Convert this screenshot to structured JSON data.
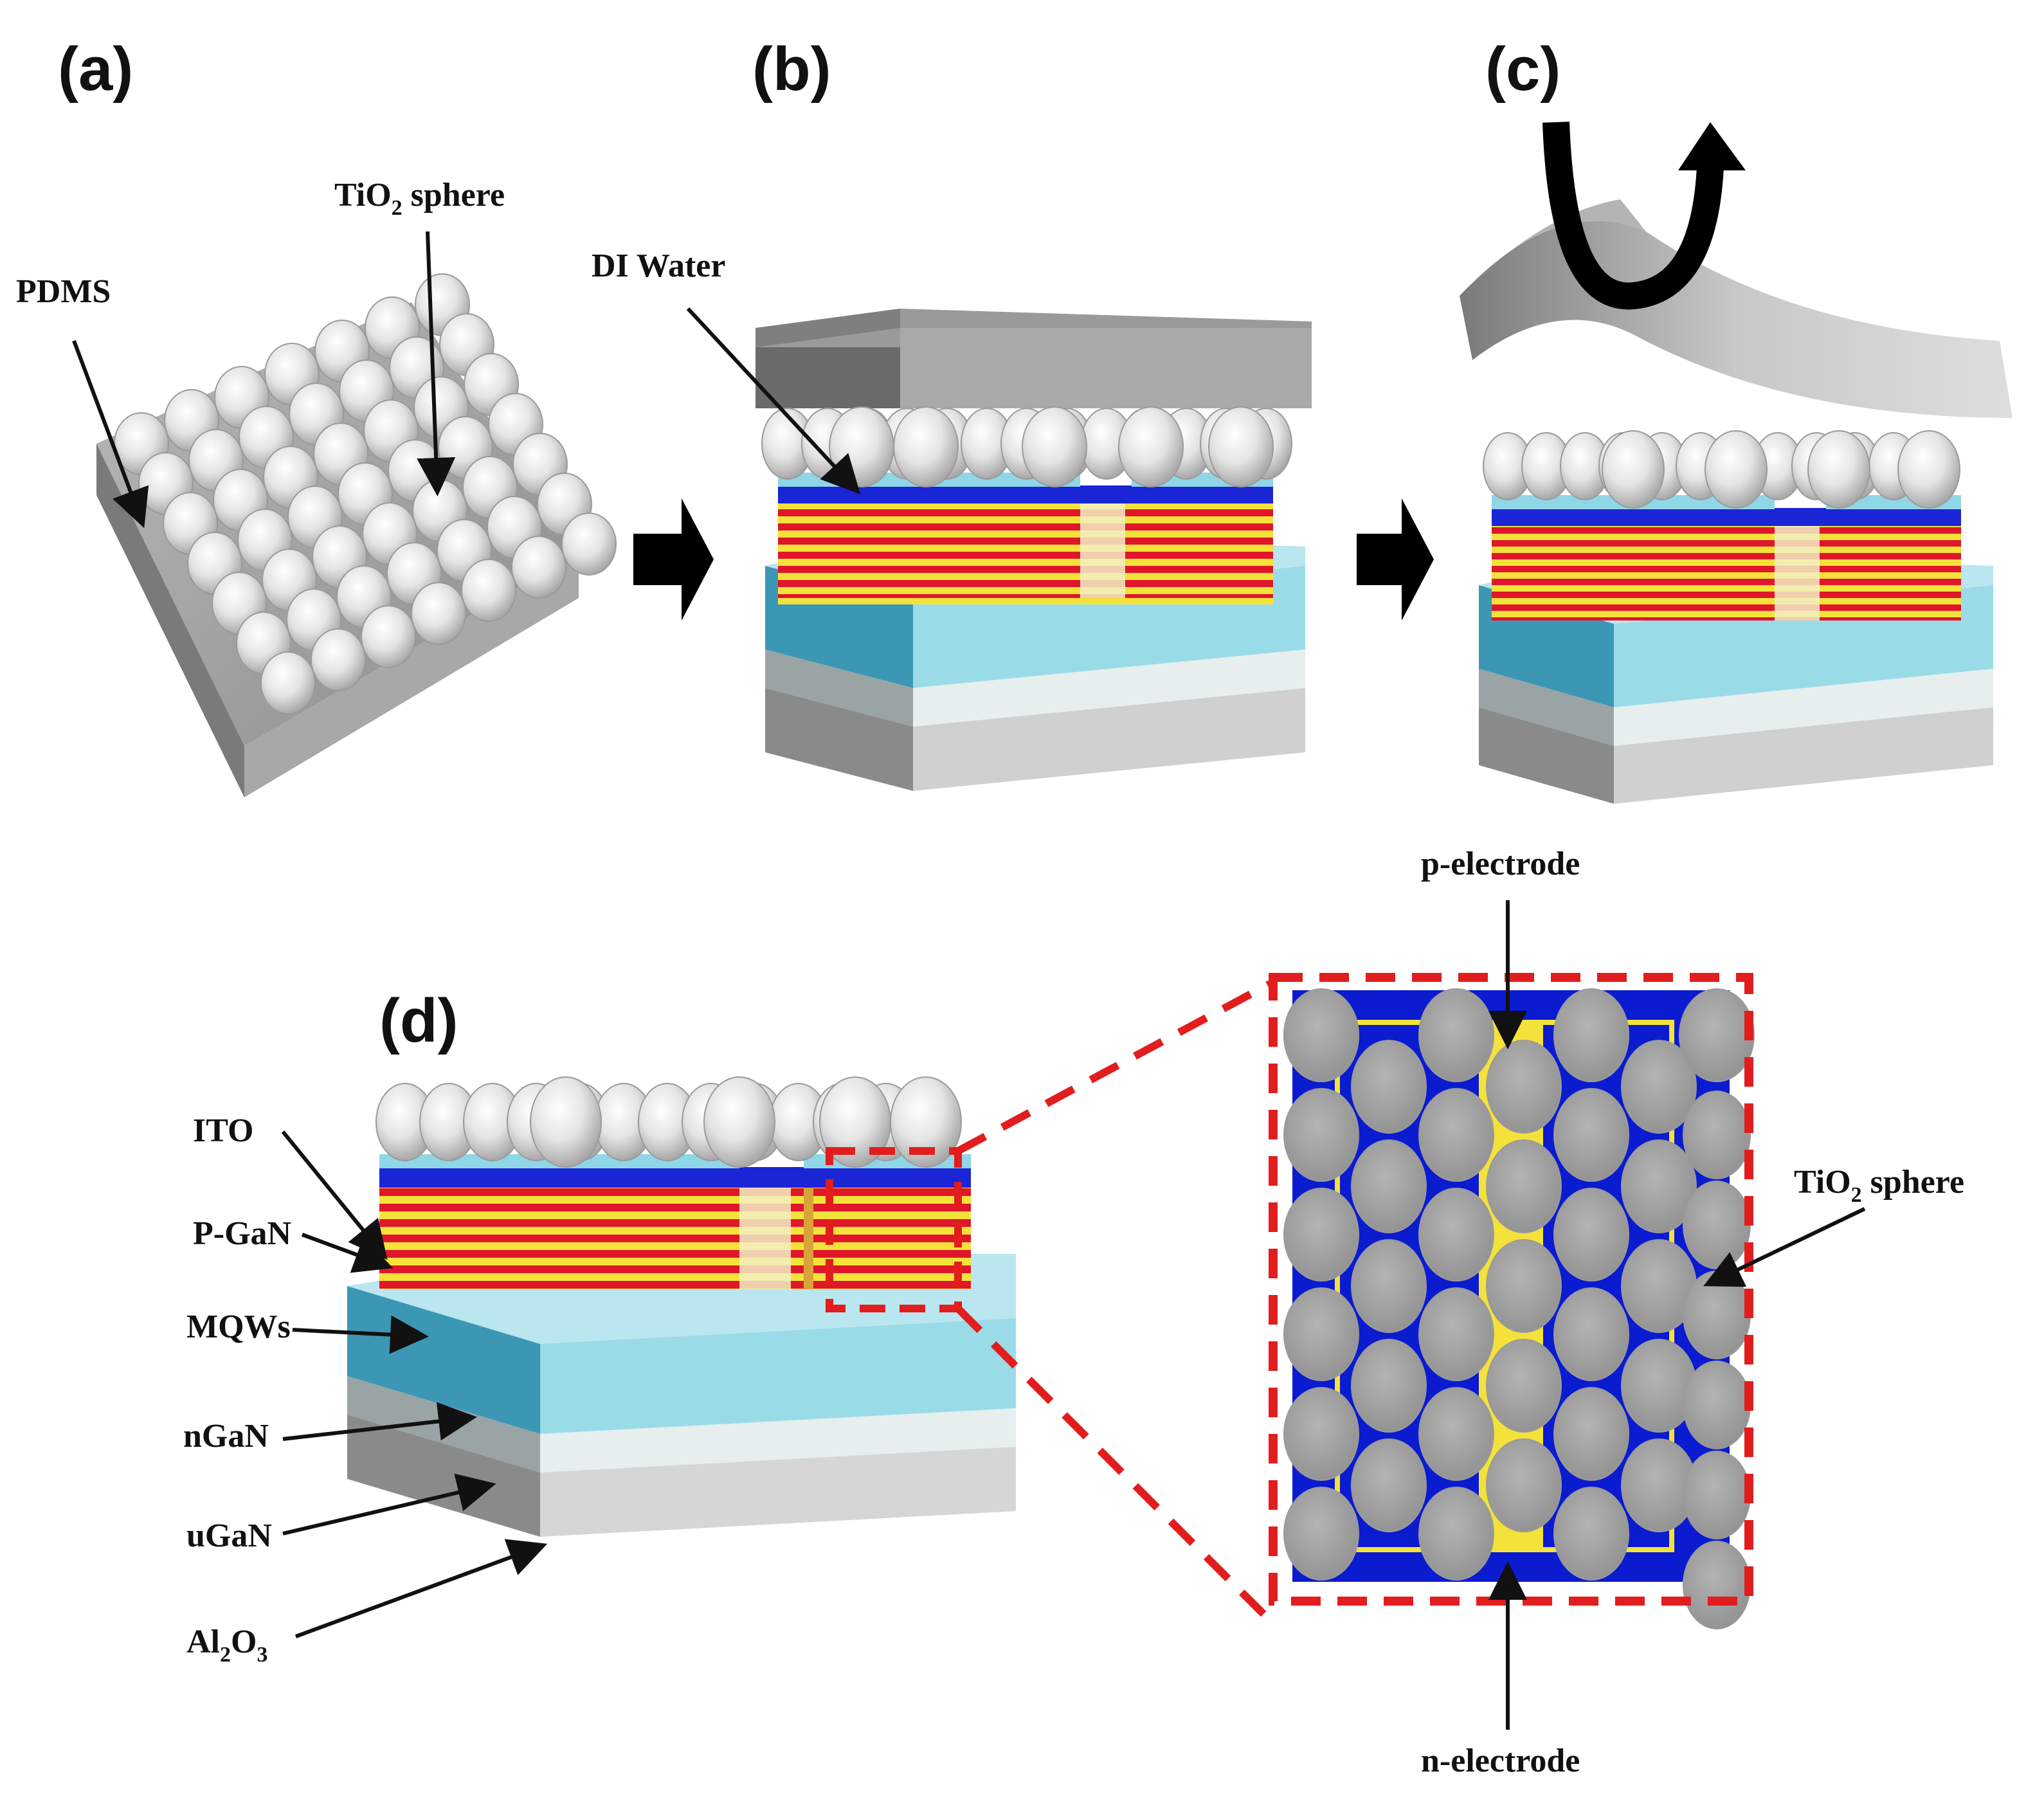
{
  "panels": {
    "a": "(a)",
    "b": "(b)",
    "c": "(c)",
    "d": "(d)"
  },
  "labels": {
    "pdms": "PDMS",
    "tio2_a_main": "TiO",
    "tio2_a_sub": "2",
    "tio2_a_rest": " sphere",
    "di_water": "DI Water",
    "ito": "ITO",
    "p_gan": "P-GaN",
    "mqws": "MQWs",
    "n_gan": "nGaN",
    "u_gan": "uGaN",
    "al2o3_a": "Al",
    "al2o3_sub1": "2",
    "al2o3_o": "O",
    "al2o3_sub2": "3",
    "p_electrode": "p-electrode",
    "n_electrode": "n-electrode",
    "tio2_zoom_main": "TiO",
    "tio2_zoom_sub": "2",
    "tio2_zoom_rest": " sphere"
  },
  "colors": {
    "sphere": "#e8e8e8",
    "pdms": "#9c9c9c",
    "ito": "#8fd6e6",
    "p_gan": "#1a25d6",
    "mqw_red": "#e0162b",
    "mqw_yellow": "#f4e23a",
    "n_gan": "#9adbe8",
    "u_gan": "#e6eeee",
    "sapphire": "#cfcfcf",
    "zoom_frame": "#e21d1d"
  }
}
